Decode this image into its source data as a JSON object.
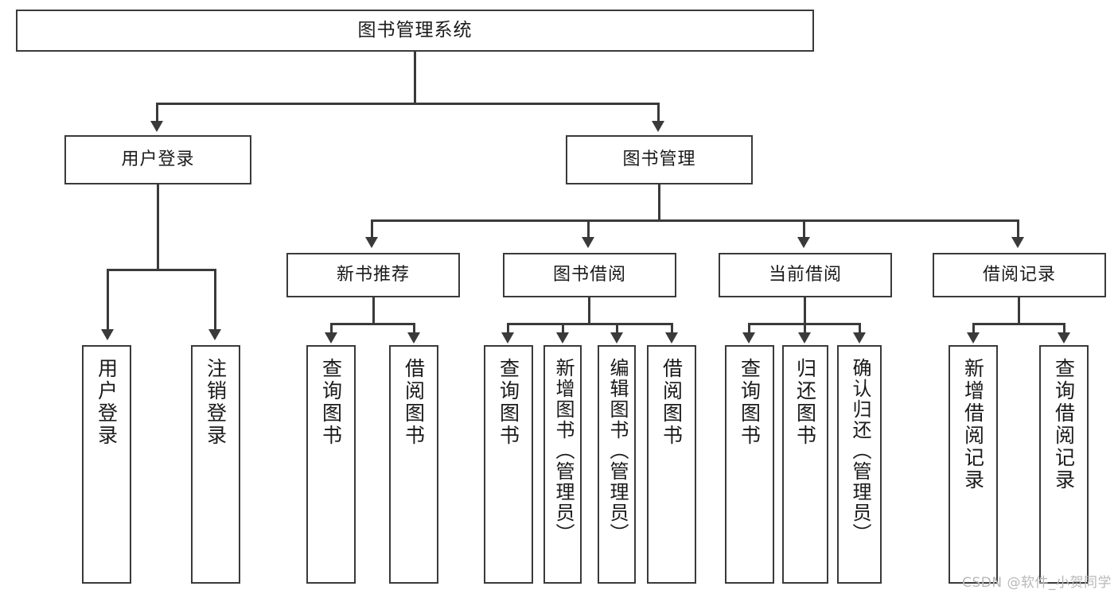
{
  "diagram": {
    "type": "tree",
    "title": "图书管理系统",
    "watermark": "CSDN @软件_小贺同学",
    "colors": {
      "stroke": "#3a3a3a",
      "fill": "#ffffff",
      "text": "#1a1a1a",
      "watermark": "#b8b8b8"
    },
    "root": {
      "label": "图书管理系统"
    },
    "level2": [
      {
        "label": "用户登录"
      },
      {
        "label": "图书管理"
      }
    ],
    "level3": [
      {
        "label": "新书推荐"
      },
      {
        "label": "图书借阅"
      },
      {
        "label": "当前借阅"
      },
      {
        "label": "借阅记录"
      }
    ],
    "leaves": {
      "user_login": [
        {
          "label": "用户登录"
        },
        {
          "label": "注销登录"
        }
      ],
      "new_book": [
        {
          "label": "查询图书"
        },
        {
          "label": "借阅图书"
        }
      ],
      "borrow": [
        {
          "label": "查询图书"
        },
        {
          "label": "新增图书（管理员）"
        },
        {
          "label": "编辑图书（管理员）"
        },
        {
          "label": "借阅图书"
        }
      ],
      "current": [
        {
          "label": "查询图书"
        },
        {
          "label": "归还图书"
        },
        {
          "label": "确认归还（管理员）"
        }
      ],
      "records": [
        {
          "label": "新增借阅记录"
        },
        {
          "label": "查询借阅记录"
        }
      ]
    }
  }
}
